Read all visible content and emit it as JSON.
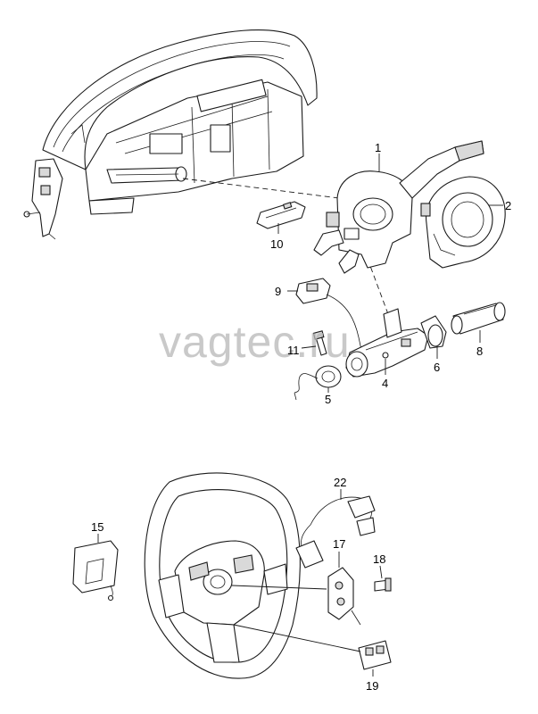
{
  "watermark": "vagtec.ru",
  "callouts": {
    "c1": "1",
    "c2": "2",
    "c4": "4",
    "c5": "5",
    "c6": "6",
    "c8": "8",
    "c9": "9",
    "c10": "10",
    "c11": "11",
    "c15": "15",
    "c17": "17",
    "c18": "18",
    "c19": "19",
    "c22": "22"
  }
}
